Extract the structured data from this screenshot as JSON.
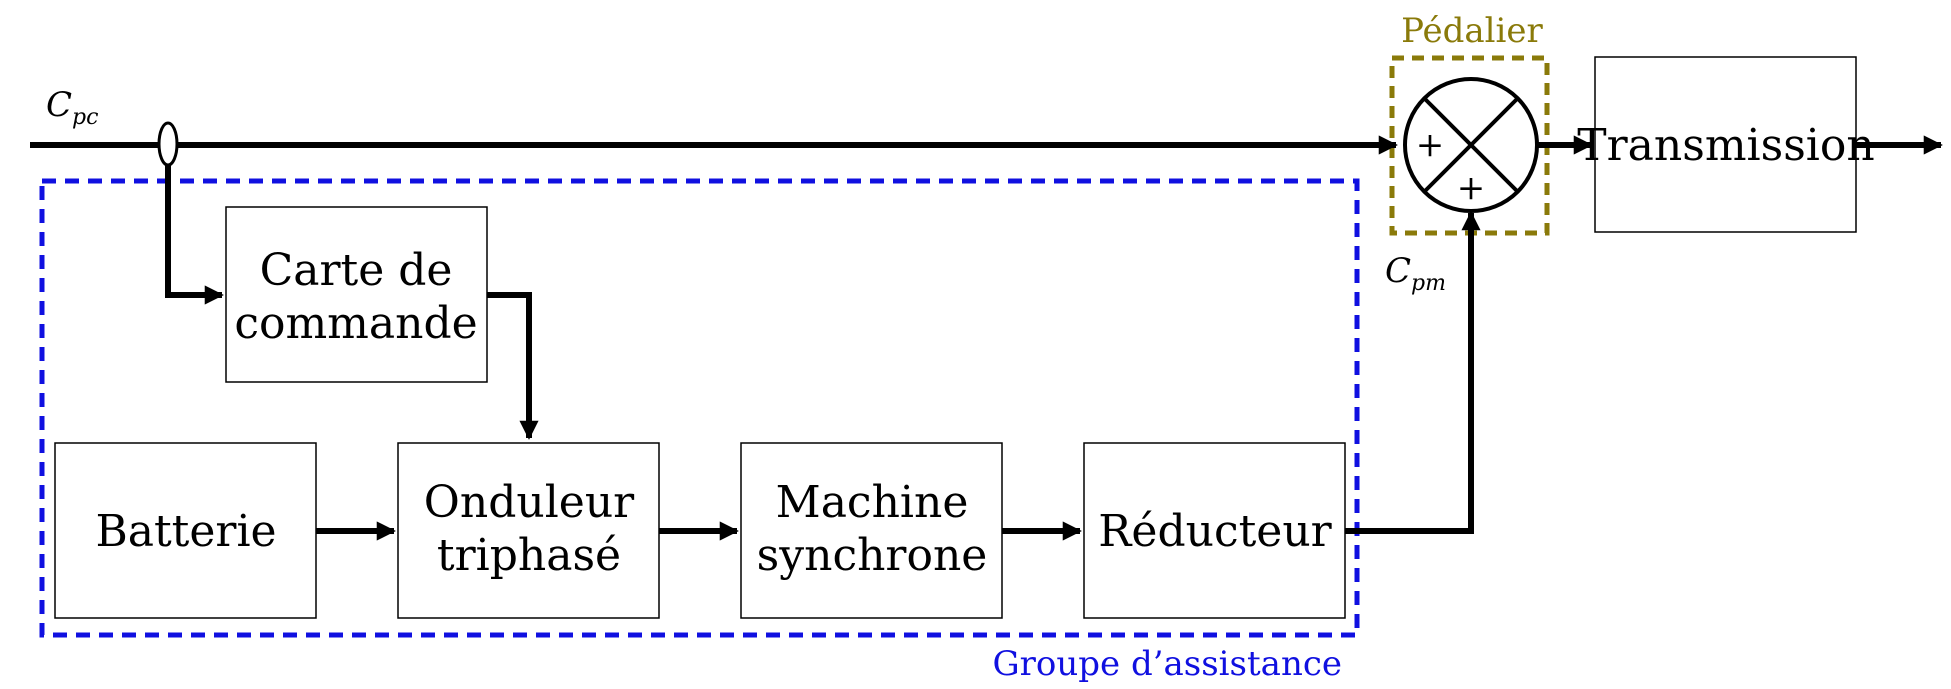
{
  "colors": {
    "group_border": "#1010e0",
    "pedalier_border": "#8a7a0a",
    "wire": "#000000"
  },
  "signals": {
    "cpc": {
      "base": "C",
      "sub": "pc"
    },
    "cpm": {
      "base": "C",
      "sub": "pm"
    }
  },
  "blocks": {
    "carte": {
      "line1": "Carte de",
      "line2": "commande"
    },
    "batterie": {
      "label": "Batterie"
    },
    "onduleur": {
      "line1": "Onduleur",
      "line2": "triphasé"
    },
    "machine": {
      "line1": "Machine",
      "line2": "synchrone"
    },
    "reducteur": {
      "label": "Réducteur"
    },
    "transmission": {
      "label": "Transmission"
    }
  },
  "summing_junction": {
    "sign_left": "+",
    "sign_bottom": "+"
  },
  "groups": {
    "assistance": {
      "label": "Groupe d’assistance"
    },
    "pedalier": {
      "label": "Pédalier"
    }
  }
}
